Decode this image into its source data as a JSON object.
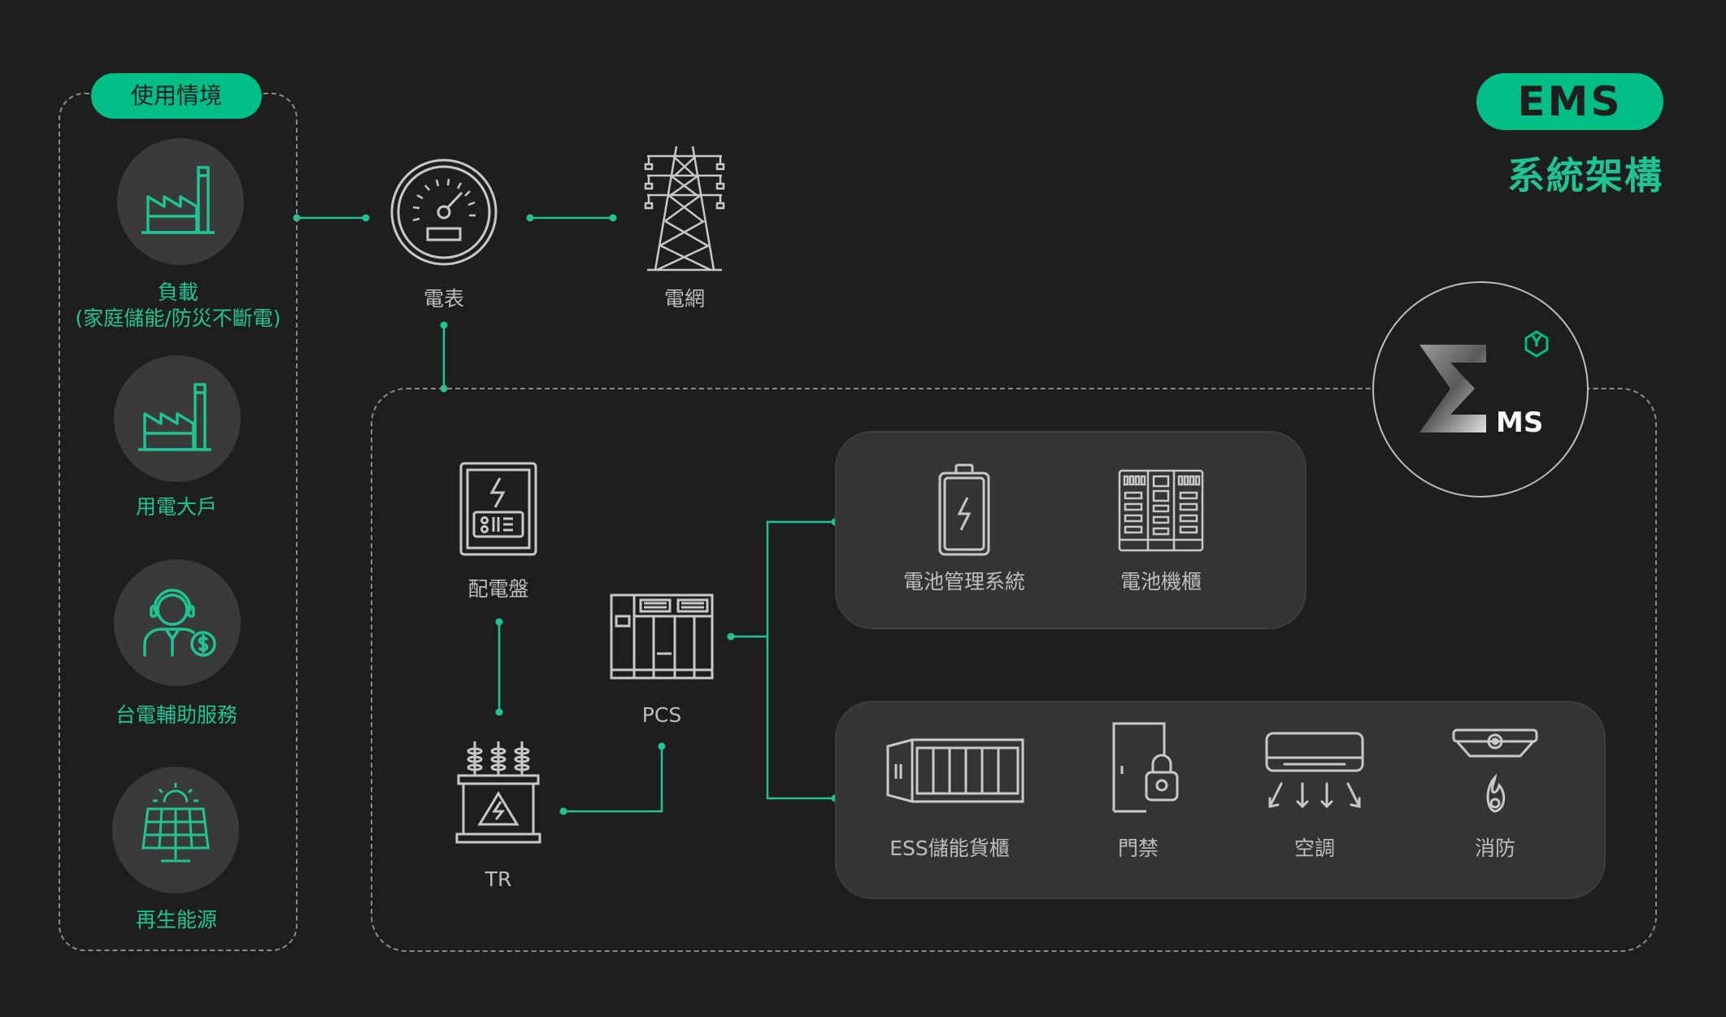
{
  "header": {
    "badge": "EMS",
    "subtitle": "系統架構"
  },
  "scenarios": {
    "title": "使用情境",
    "items": [
      {
        "label": "負載",
        "sublabel": "(家庭儲能/防災不斷電)",
        "icon": "factory-icon"
      },
      {
        "label": "用電大戶",
        "icon": "factory-icon"
      },
      {
        "label": "台電輔助服務",
        "icon": "service-agent-icon"
      },
      {
        "label": "再生能源",
        "icon": "solar-panel-icon"
      }
    ]
  },
  "grid_chain": {
    "meter": "電表",
    "grid": "電網"
  },
  "system": {
    "distribution_panel": "配電盤",
    "transformer": "TR",
    "pcs": "PCS",
    "battery_panel": {
      "items": [
        {
          "label": "電池管理系統",
          "icon": "battery-icon"
        },
        {
          "label": "電池機櫃",
          "icon": "battery-rack-icon"
        }
      ]
    },
    "ess_panel": {
      "items": [
        {
          "label": "ESS儲能貨櫃",
          "icon": "container-icon"
        },
        {
          "label": "門禁",
          "icon": "door-lock-icon"
        },
        {
          "label": "空調",
          "icon": "air-conditioner-icon"
        },
        {
          "label": "消防",
          "icon": "smoke-detector-icon"
        }
      ]
    }
  },
  "logo": {
    "text": "MS",
    "badge_letter": "Y"
  },
  "colors": {
    "accent": "#00bf86",
    "background": "#1e1e1e",
    "panel": "#333534",
    "line_icon": "#c8c8c8"
  }
}
